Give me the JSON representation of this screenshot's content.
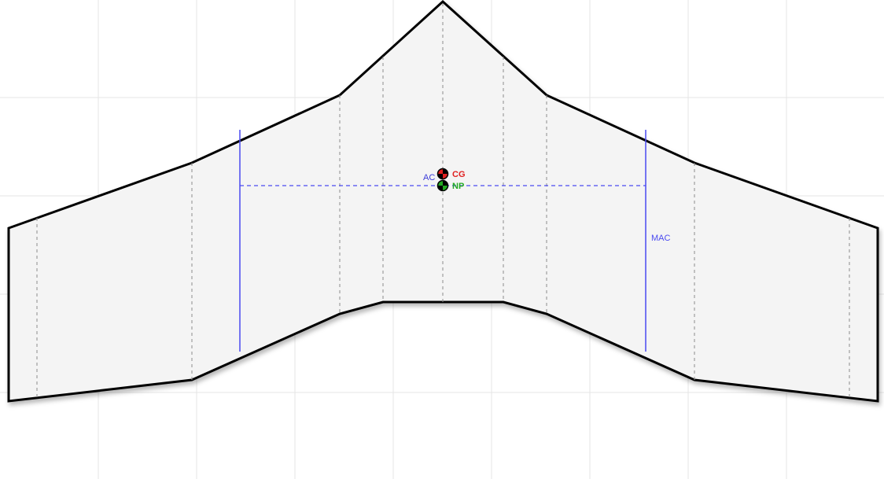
{
  "labels": {
    "ac": "AC",
    "cg": "CG",
    "np": "NP",
    "mac": "MAC"
  },
  "colors": {
    "background": "#ffffff",
    "grid": "#e6e6e6",
    "wing_fill": "#f4f4f4",
    "outline": "#000000",
    "rib_lines": "#8c8c8c",
    "mac": "#4a4af0",
    "ac": "#3a3ad8",
    "cg": "#e02020",
    "np": "#22aa22"
  }
}
